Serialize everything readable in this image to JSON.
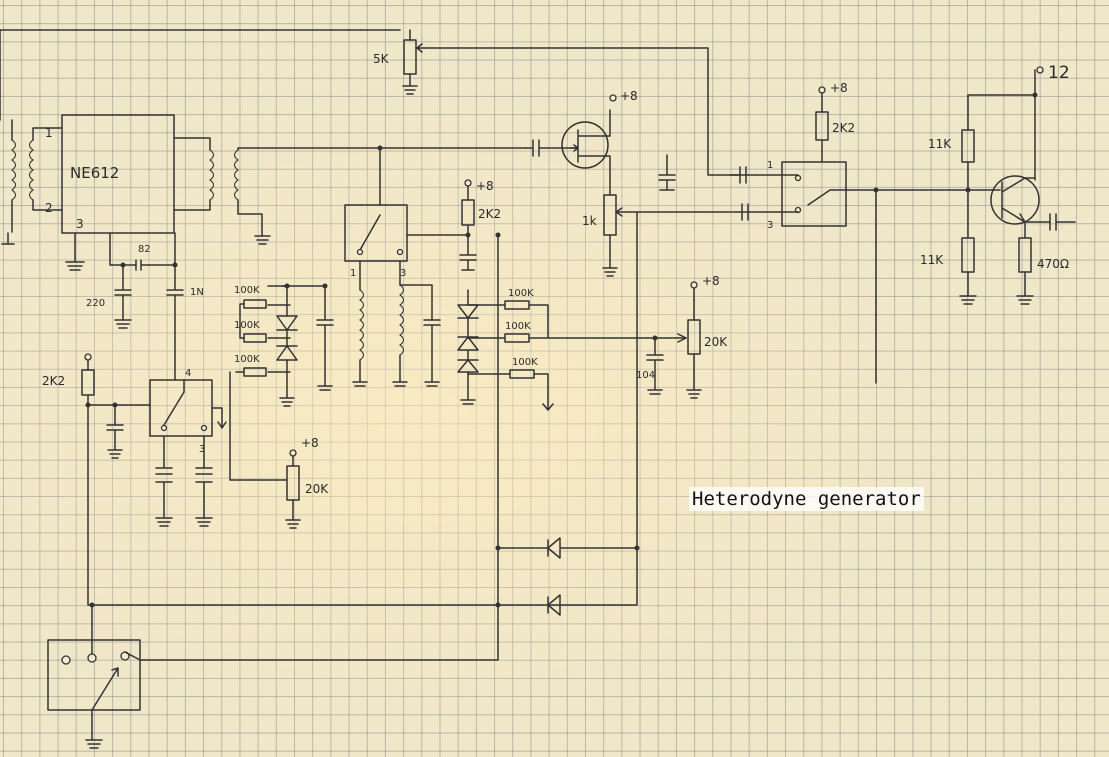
{
  "caption": "Heterodyne generator",
  "ic": {
    "name": "NE612",
    "pins": [
      "1",
      "2",
      "3"
    ]
  },
  "labels": {
    "pot_top": "5K",
    "supply_12": "12",
    "supply_8": "+8",
    "r_2k2": "2K2",
    "r_100k": "100K",
    "r_11k": "11K",
    "r_470": "470Ω",
    "pot_20k": "20K",
    "pot_1k": "1k",
    "c_82": "82",
    "c_220": "220",
    "c_1n": "1N",
    "c_104": "104",
    "pin_1": "1",
    "pin_3": "3",
    "pin_4": "4"
  }
}
